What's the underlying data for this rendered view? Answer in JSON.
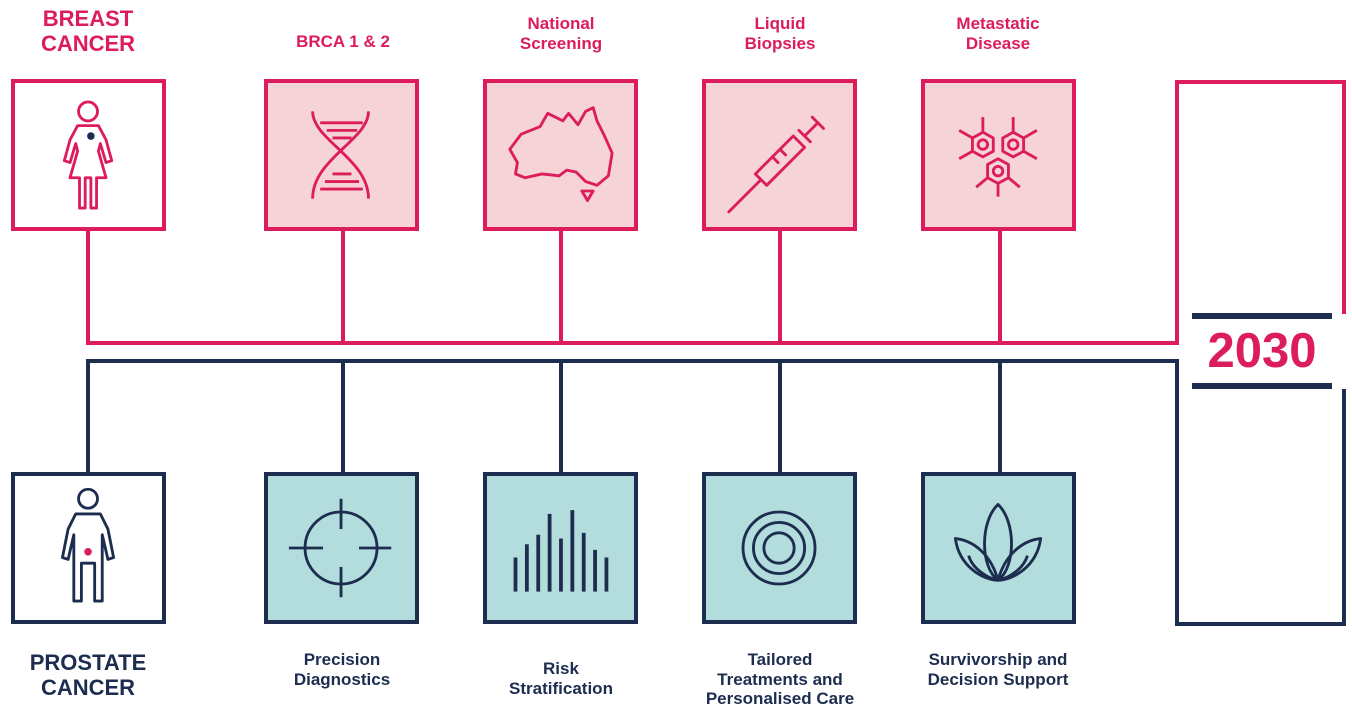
{
  "top": {
    "heading": [
      "BREAST",
      "CANCER"
    ],
    "items": [
      {
        "label": [
          "BRCA 1 & 2"
        ],
        "icon": "dna-icon"
      },
      {
        "label": [
          "National",
          "Screening"
        ],
        "icon": "australia-map-icon"
      },
      {
        "label": [
          "Liquid",
          "Biopsies"
        ],
        "icon": "syringe-icon"
      },
      {
        "label": [
          "Metastatic",
          "Disease"
        ],
        "icon": "cell-cluster-icon"
      }
    ],
    "start_icon": "female-figure-icon"
  },
  "bottom": {
    "heading": [
      "PROSTATE",
      "CANCER"
    ],
    "items": [
      {
        "label": [
          "Precision",
          "Diagnostics"
        ],
        "icon": "crosshair-icon"
      },
      {
        "label": [
          "Risk",
          "Stratification"
        ],
        "icon": "bar-chart-icon"
      },
      {
        "label": [
          "Tailored",
          "Treatments and",
          "Personalised Care"
        ],
        "icon": "target-rings-icon"
      },
      {
        "label": [
          "Survivorship and",
          "Decision Support"
        ],
        "icon": "lotus-icon"
      }
    ],
    "start_icon": "male-figure-icon"
  },
  "end": {
    "year": "2030"
  },
  "colors": {
    "pink": "#dc1c5b",
    "navy": "#1c2d4f",
    "pink_fill": "#f6d3d6",
    "teal_fill": "#b3dddc"
  }
}
